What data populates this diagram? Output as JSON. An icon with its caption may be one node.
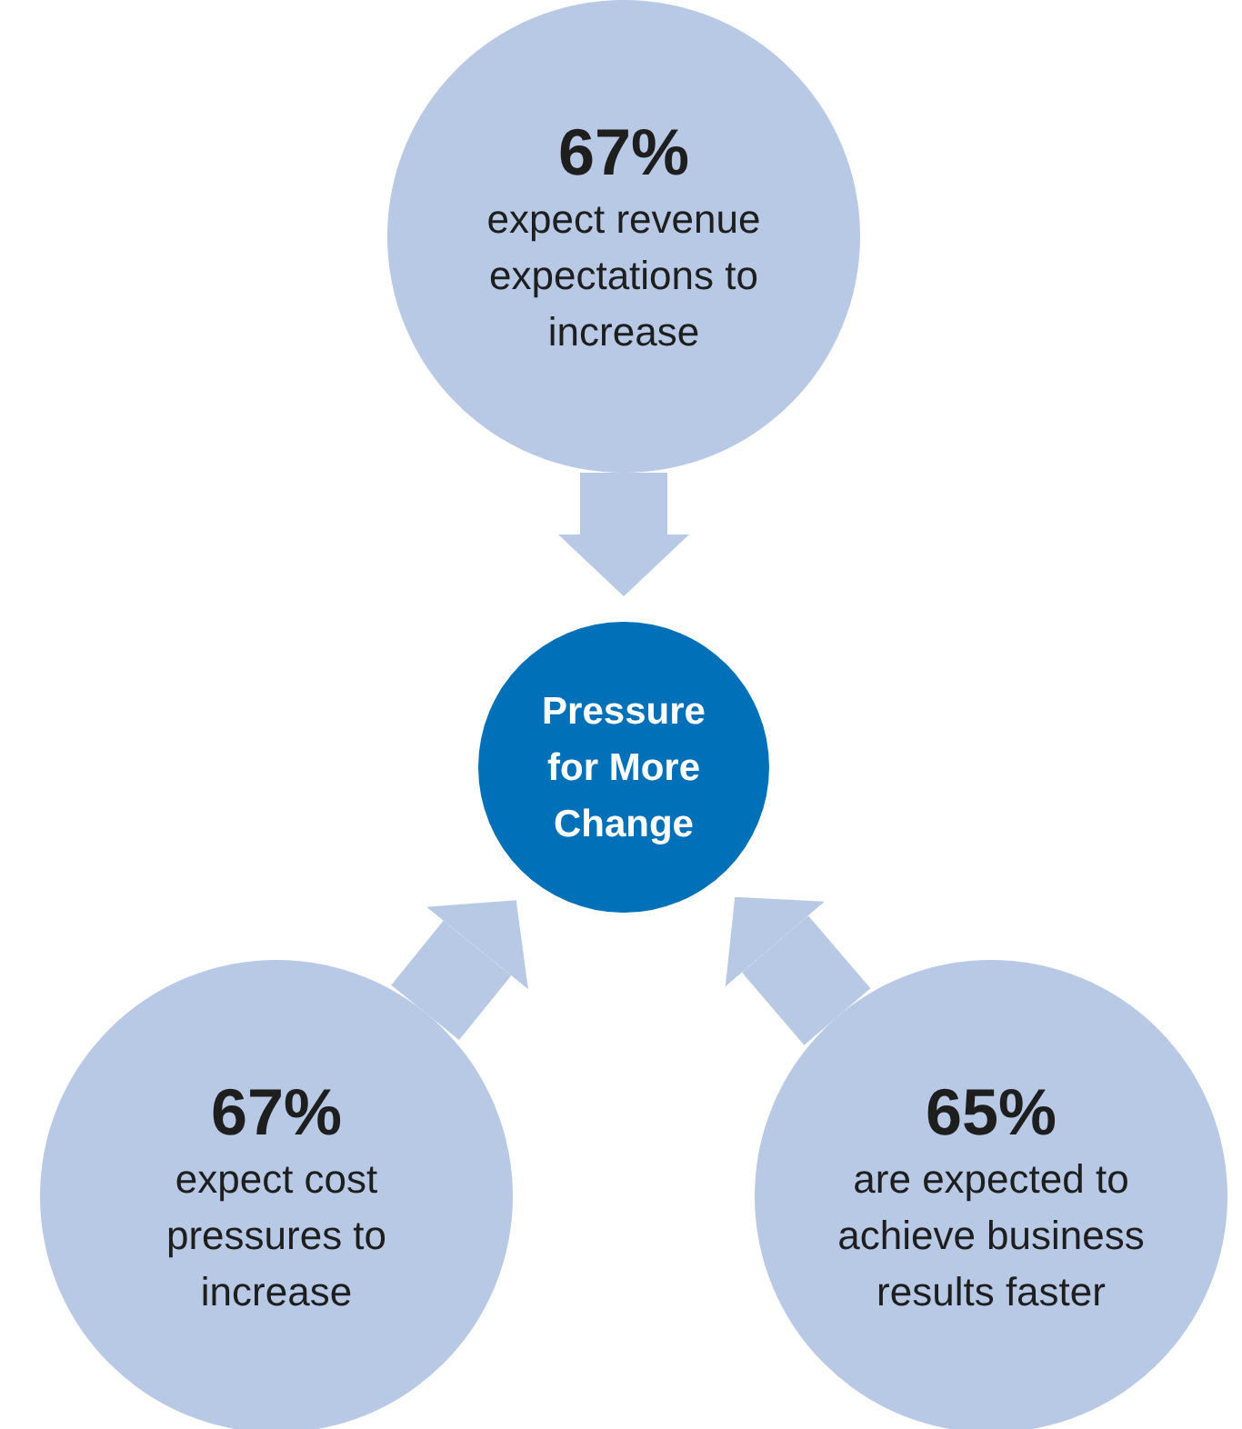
{
  "diagram": {
    "nodes": [
      {
        "text": [
          "67%",
          "expect revenue expectations to increase"
        ]
      },
      {
        "text": [
          "Pressure for More Change"
        ]
      },
      {
        "text": [
          "67%",
          "expect cost pressures to increase"
        ]
      },
      {
        "text": [
          "65%",
          "are expected to achieve business results faster"
        ]
      }
    ],
    "edges": [
      {
        "from": 0,
        "to": 1,
        "arrow": "to"
      },
      {
        "from": 2,
        "to": 1,
        "arrow": "to"
      },
      {
        "from": 3,
        "to": 1,
        "arrow": "to"
      }
    ]
  }
}
